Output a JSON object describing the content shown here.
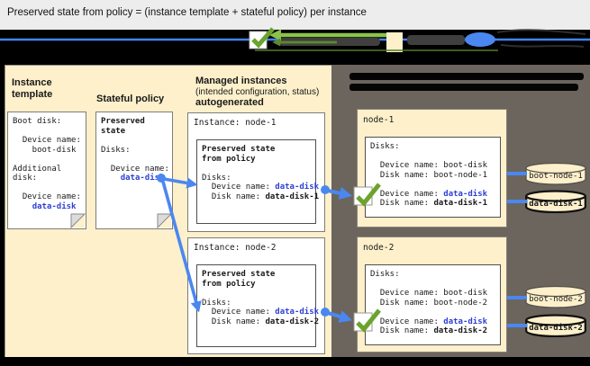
{
  "titlebar": {
    "title": "Preserved state from policy = (instance template + stateful policy) per instance"
  },
  "colors": {
    "blue_line": "#4285F4",
    "blue_text": "#2F3FD4",
    "green_check": "#6BA32F",
    "green_arrow_light": "#8BC34A",
    "green_arrow_dark": "#5D8A2E",
    "cream": "#FDF0CB",
    "panel_dark": "#6B655E"
  },
  "panels": {
    "left": {
      "instance_template": {
        "heading": "Instance template",
        "lines": [
          [
            [
              "Boot disk:"
            ]
          ],
          [
            [
              ""
            ]
          ],
          [
            [
              "  Device name:"
            ]
          ],
          [
            [
              "    boot-disk"
            ]
          ],
          [
            [
              ""
            ]
          ],
          [
            [
              "Additional"
            ]
          ],
          [
            [
              "disk:"
            ]
          ],
          [
            [
              ""
            ]
          ],
          [
            [
              "  Device name:"
            ]
          ],
          [
            [
              "    "
            ],
            [
              "data-disk",
              "blue"
            ]
          ]
        ]
      },
      "stateful_policy": {
        "heading": "Stateful policy",
        "lines": [
          [
            [
              "Preserved",
              "b"
            ]
          ],
          [
            [
              "state",
              "b"
            ]
          ],
          [
            [
              ""
            ]
          ],
          [
            [
              "Disks:"
            ]
          ],
          [
            [
              ""
            ]
          ],
          [
            [
              "  Device name:"
            ]
          ],
          [
            [
              "    "
            ],
            [
              "data-disk",
              "blue"
            ]
          ]
        ]
      },
      "managed": {
        "heading_bold": "Managed instances",
        "heading_paren": "(intended configuration, status)",
        "heading_auto": "autogenerated",
        "instances": [
          {
            "title": "Instance: node-1",
            "lines": [
              [
                [
                  "Preserved state",
                  "b"
                ]
              ],
              [
                [
                  "from policy",
                  "b"
                ]
              ],
              [
                [
                  ""
                ]
              ],
              [
                [
                  "Disks:"
                ]
              ],
              [
                [
                  "  Device name: "
                ],
                [
                  "data-disk",
                  "blue"
                ]
              ],
              [
                [
                  "  Disk name: "
                ],
                [
                  "data-disk-1",
                  "b"
                ]
              ]
            ]
          },
          {
            "title": "Instance: node-2",
            "lines": [
              [
                [
                  "Preserved state",
                  "b"
                ]
              ],
              [
                [
                  "from policy",
                  "b"
                ]
              ],
              [
                [
                  ""
                ]
              ],
              [
                [
                  "Disks:"
                ]
              ],
              [
                [
                  "  Device name: "
                ],
                [
                  "data-disk",
                  "blue"
                ]
              ],
              [
                [
                  "  Disk name: "
                ],
                [
                  "data-disk-2",
                  "b"
                ]
              ]
            ]
          }
        ]
      }
    },
    "right": {
      "nodes": [
        {
          "name": "node-1",
          "lines": [
            [
              [
                "Disks:"
              ]
            ],
            [
              [
                ""
              ]
            ],
            [
              [
                "  Device name: boot-disk"
              ]
            ],
            [
              [
                "  Disk name: boot-node-1"
              ]
            ],
            [
              [
                ""
              ]
            ],
            [
              [
                "  Device name: "
              ],
              [
                "data-disk",
                "blue"
              ]
            ],
            [
              [
                "  Disk name: "
              ],
              [
                "data-disk-1",
                "b"
              ]
            ]
          ]
        },
        {
          "name": "node-2",
          "lines": [
            [
              [
                "Disks:"
              ]
            ],
            [
              [
                ""
              ]
            ],
            [
              [
                "  Device name: boot-disk"
              ]
            ],
            [
              [
                "  Disk name: boot-node-2"
              ]
            ],
            [
              [
                ""
              ]
            ],
            [
              [
                "  Device name: "
              ],
              [
                "data-disk",
                "blue"
              ]
            ],
            [
              [
                "  Disk name: "
              ],
              [
                "data-disk-2",
                "b"
              ]
            ]
          ]
        }
      ],
      "disks": [
        {
          "label": "boot-node-1"
        },
        {
          "label": "data-disk-1"
        },
        {
          "label": "boot-node-2"
        },
        {
          "label": "data-disk-2"
        }
      ]
    }
  }
}
